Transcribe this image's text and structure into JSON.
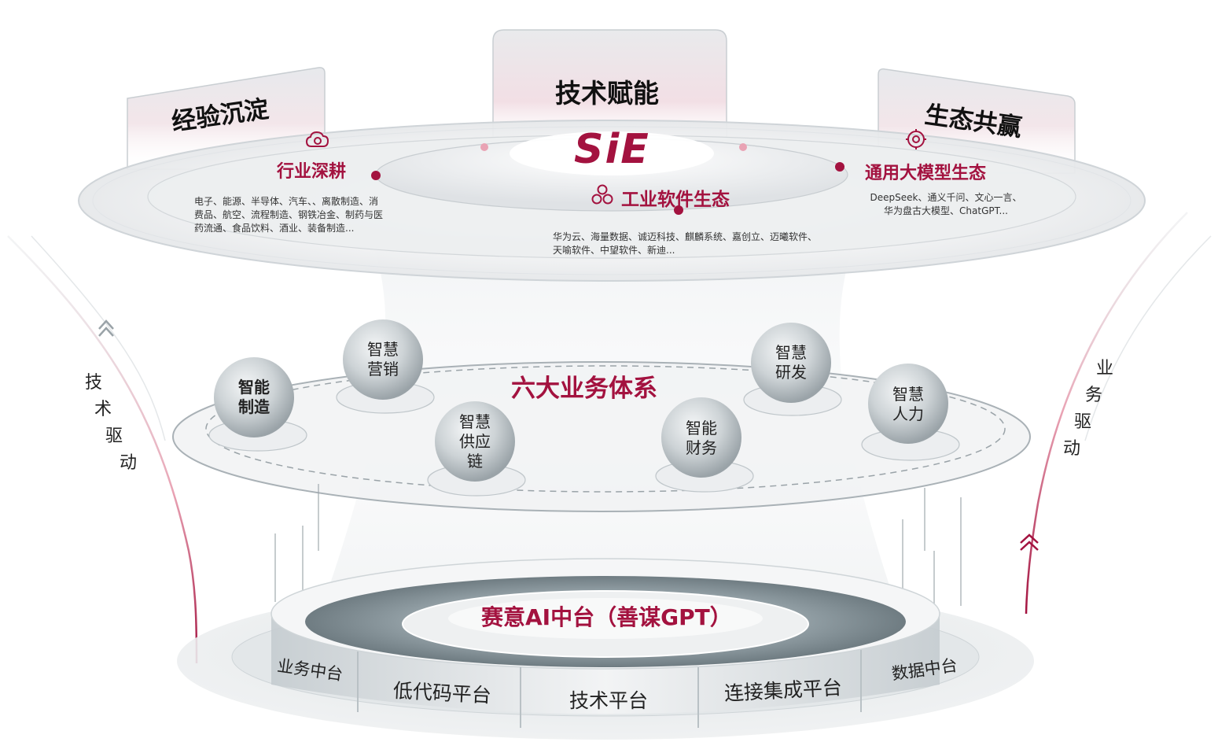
{
  "top": {
    "tabs": [
      {
        "id": "experience",
        "label": "经验沉淀"
      },
      {
        "id": "tech",
        "label": "技术赋能"
      },
      {
        "id": "ecosystem",
        "label": "生态共赢"
      }
    ],
    "logo": "SiE",
    "industry": {
      "title": "行业深耕",
      "icon": "cloud-gear-icon",
      "lines": [
        "电子、能源、半导体、汽车、、离散制造、消",
        "费品、航空、流程制造、钢铁冶金、制药与医",
        "药流通、食品饮料、酒业、装备制造..."
      ]
    },
    "software": {
      "title": "工业软件生态",
      "icon": "hexagon-cluster-icon",
      "lines": [
        "华为云、海量数据、诚迈科技、麒麟系统、嘉创立、迈曦软件、",
        "天喻软件、中望软件、新迪..."
      ]
    },
    "model": {
      "title": "通用大模型生态",
      "icon": "gear-network-icon",
      "lines": [
        "DeepSeek、通义千问、文心一言、",
        "华为盘古大模型、ChatGPT..."
      ]
    }
  },
  "sides": {
    "left": [
      "技",
      "术",
      "驱",
      "动"
    ],
    "right": [
      "业",
      "务",
      "驱",
      "动"
    ]
  },
  "middle": {
    "title": "六大业务体系",
    "spheres": [
      {
        "id": "manufacturing",
        "label": "智能\n制造",
        "bold": true
      },
      {
        "id": "marketing",
        "label": "智慧\n营销",
        "bold": false
      },
      {
        "id": "supply",
        "label": "智慧\n供应\n链",
        "bold": false
      },
      {
        "id": "finance",
        "label": "智能\n财务",
        "bold": false
      },
      {
        "id": "rnd",
        "label": "智慧\n研发",
        "bold": false
      },
      {
        "id": "hr",
        "label": "智慧\n人力",
        "bold": false
      }
    ]
  },
  "bottom": {
    "title": "赛意AI中台（善谋GPT）",
    "platforms": [
      "业务中台",
      "低代码平台",
      "技术平台",
      "连接集成平台",
      "数据中台"
    ]
  },
  "colors": {
    "accent": "#a3123f",
    "accent_light": "#e9a3b4",
    "grey_dark": "#7f8d93",
    "grey_light": "#e6eaec"
  }
}
